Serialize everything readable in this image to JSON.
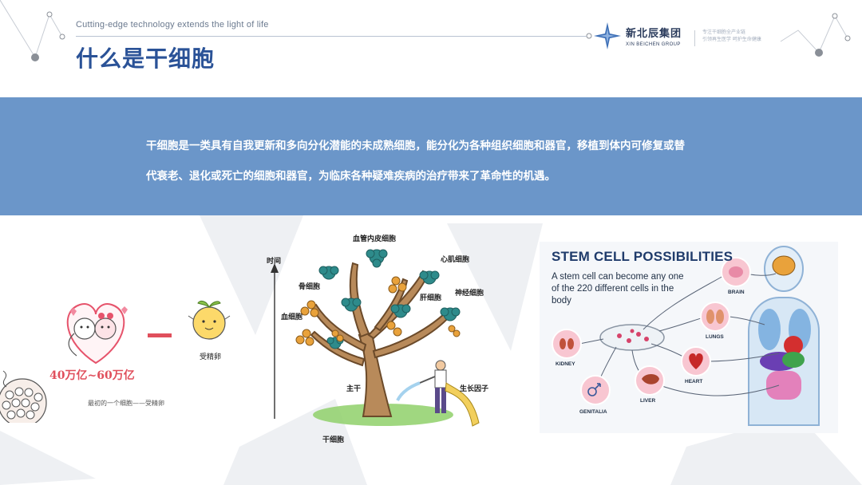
{
  "header": {
    "tagline": "Cutting-edge technology extends the light of life",
    "title": "什么是干细胞",
    "logo_cn": "新北辰集团",
    "logo_en": "XIN BEICHEN GROUP",
    "slogan_line1": "专注干细胞全产业链",
    "slogan_line2": "引领再生医学 呵护生命健康"
  },
  "intro": {
    "line1": "干细胞是一类具有自我更新和多向分化潜能的未成熟细胞，能分化为各种组织细胞和器官，移植到体内可修复或替",
    "line2": "代衰老、退化或死亡的细胞和器官，为临床各种疑难疾病的治疗带来了革命性的机遇。"
  },
  "fertilization": {
    "count_label": "40万亿~60万亿",
    "zygote_label": "受精卵",
    "caption": "最初的一个细胞——受精卵"
  },
  "tree": {
    "time_axis": "时间",
    "endothelial": "血管内皮细胞",
    "cardiac": "心肌细胞",
    "bone": "骨细胞",
    "liver": "肝细胞",
    "nerve": "神经细胞",
    "blood": "血细胞",
    "trunk": "主干",
    "growth_factor": "生长因子",
    "stem_cell": "干细胞"
  },
  "poster": {
    "title": "STEM CELL POSSIBILITIES",
    "subtitle": "A stem cell can become any one of the 220 different cells in the body",
    "organs": {
      "brain": "BRAIN",
      "lungs": "LUNGS",
      "kidney": "KIDNEY",
      "heart": "HEART",
      "liver": "LIVER",
      "genitalia": "GENITALIA"
    }
  },
  "colors": {
    "accent_blue": "#2a5297",
    "band_blue": "#6b96c9",
    "tree_green": "#2e8b8b",
    "fruit_orange": "#e9a23b"
  }
}
